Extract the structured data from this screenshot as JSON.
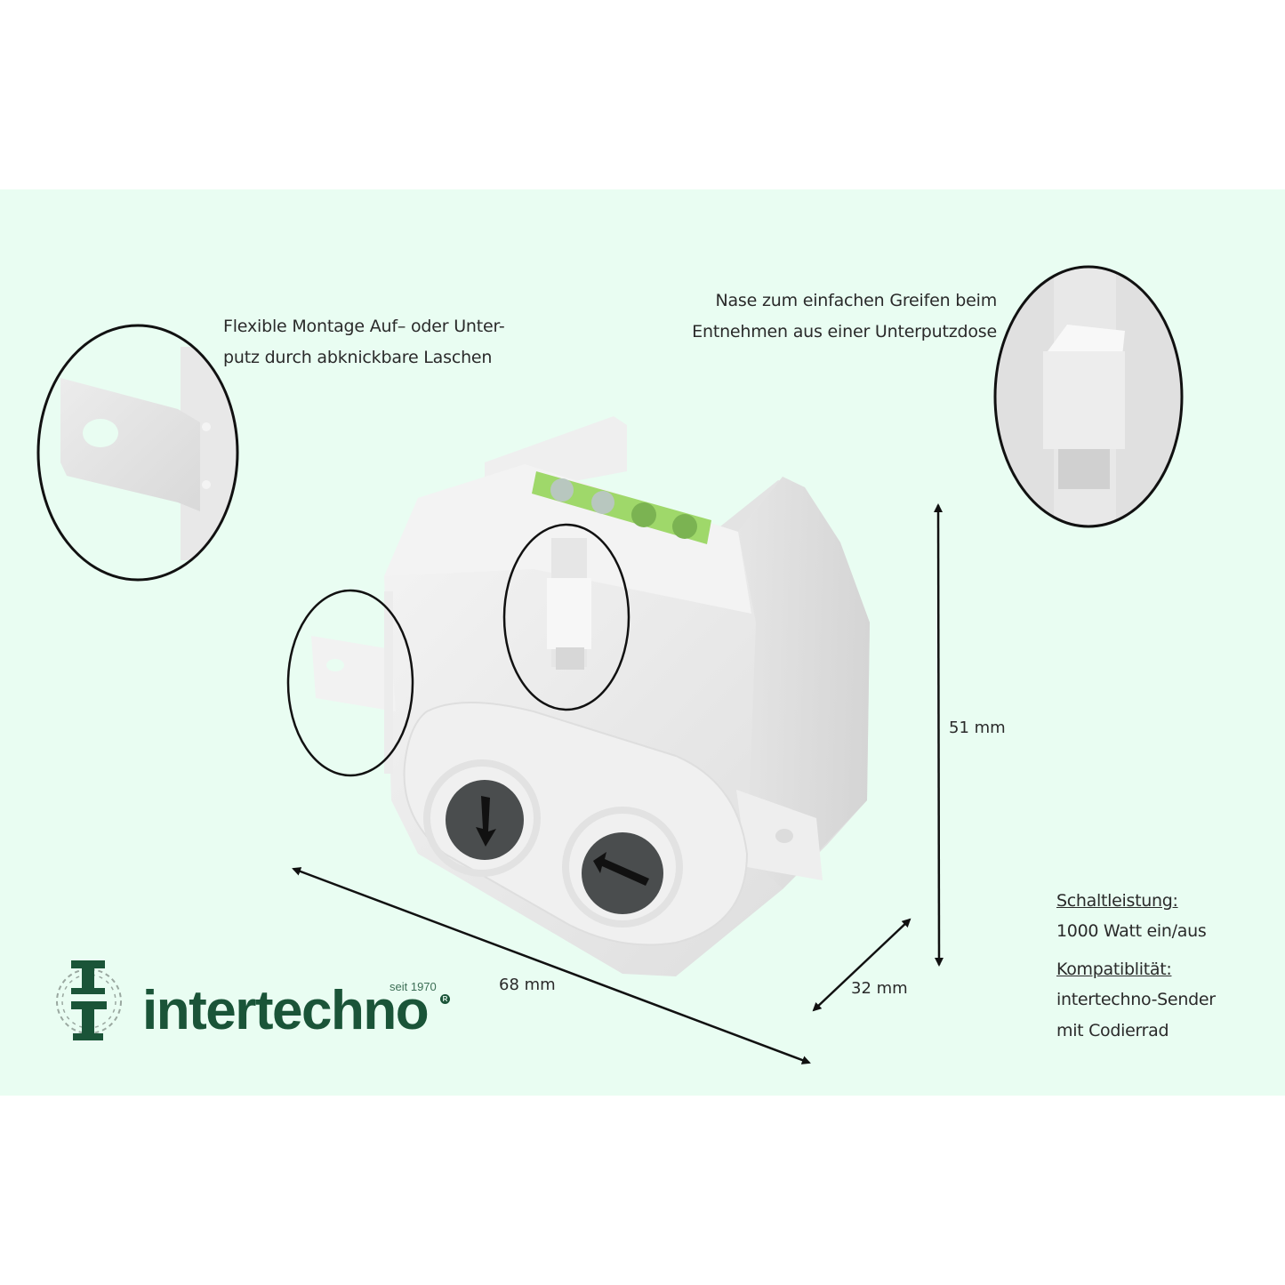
{
  "callouts": {
    "mounting": {
      "line1": "Flexible Montage Auf– oder Unter-",
      "line2": "putz durch abknickbare Laschen"
    },
    "grip": {
      "line1": "Nase zum einfachen Greifen beim",
      "line2": "Entnehmen aus einer Unterputzdose"
    }
  },
  "dimensions": {
    "height": "51 mm",
    "depth": "32 mm",
    "width": "68 mm"
  },
  "specs": {
    "switching_label": "Schaltleistung:",
    "switching_value": "1000 Watt ein/aus",
    "compat_label": "Kompatiblität:",
    "compat_value_1": "intertechno-Sender",
    "compat_value_2": "mit Codierrad"
  },
  "logo": {
    "wordmark": "intertechno",
    "since": "seit 1970",
    "registered": "R",
    "mark_letters": "IT"
  },
  "colors": {
    "band_background": "#e9fdf2",
    "brand_green": "#1a5438",
    "terminal_green": "#9fd86a",
    "dial_dark": "#4a4d4e",
    "device_white": "#ececec",
    "outline": "#111111"
  }
}
